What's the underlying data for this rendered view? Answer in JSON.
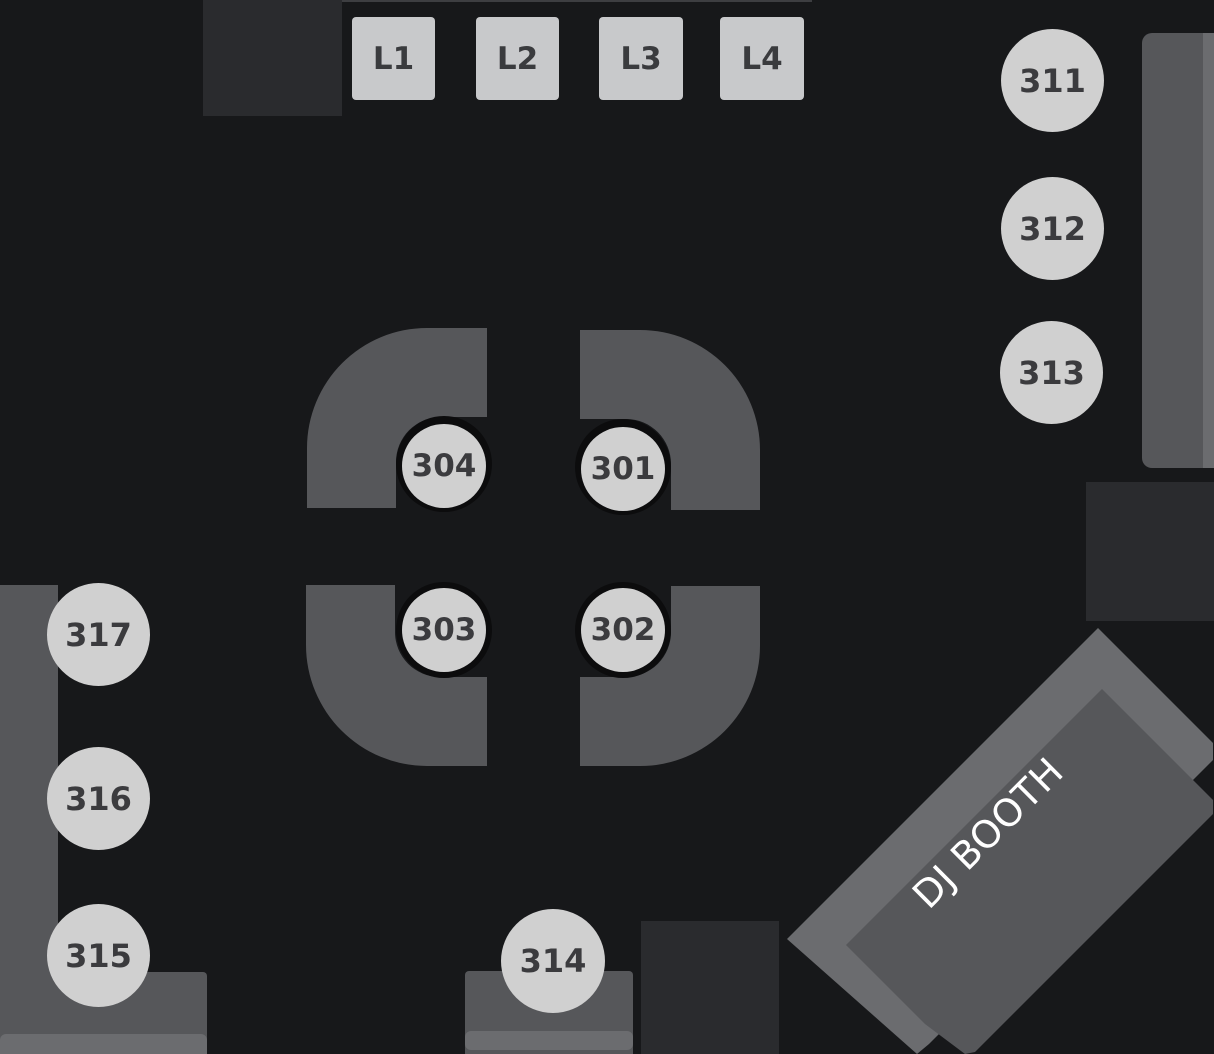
{
  "lockers": [
    {
      "label": "L1"
    },
    {
      "label": "L2"
    },
    {
      "label": "L3"
    },
    {
      "label": "L4"
    }
  ],
  "tables": {
    "t301": "301",
    "t302": "302",
    "t303": "303",
    "t304": "304",
    "t311": "311",
    "t312": "312",
    "t313": "313",
    "t314": "314",
    "t315": "315",
    "t316": "316",
    "t317": "317"
  },
  "dj_booth": {
    "label": "DJ BOOTH"
  },
  "colors": {
    "background": "#17181a",
    "table": "#d0d0d0",
    "bench": "#56575a",
    "dark_block": "#2a2b2e"
  }
}
